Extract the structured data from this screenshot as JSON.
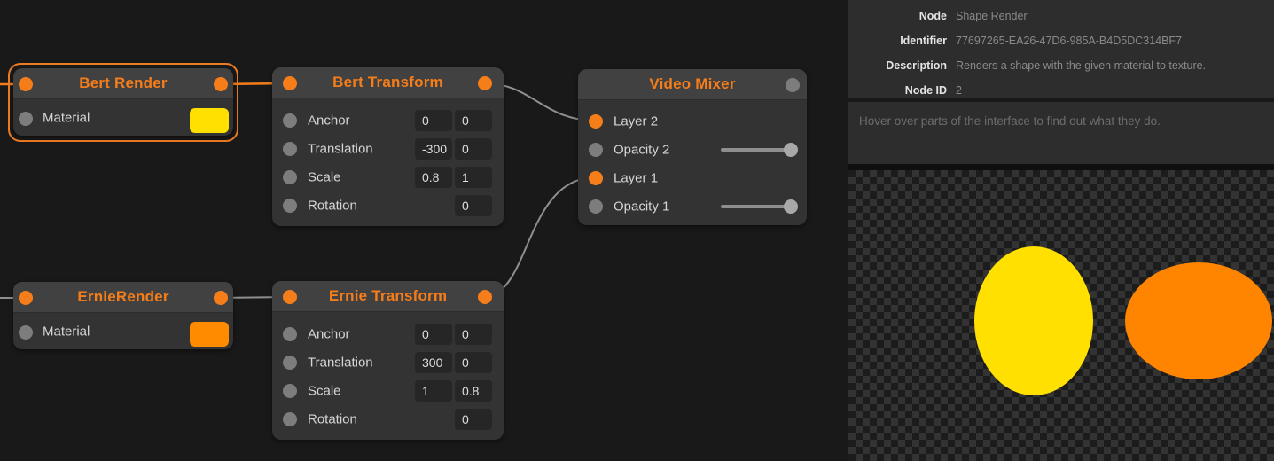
{
  "graph": {
    "accent_color": "#f57d1a",
    "wire_color": "#8f8f8f",
    "nodes": [
      {
        "title": "Bert Render",
        "selected": true,
        "rows": [
          {
            "label": "Material",
            "swatch_color": "#ffe000"
          }
        ]
      },
      {
        "title": "Bert Transform",
        "rows": [
          {
            "label": "Anchor",
            "fields": [
              "0",
              "0"
            ]
          },
          {
            "label": "Translation",
            "fields": [
              "-300",
              "0"
            ]
          },
          {
            "label": "Scale",
            "fields": [
              "0.8",
              "1"
            ]
          },
          {
            "label": "Rotation",
            "fields": [
              "",
              "0"
            ]
          }
        ]
      },
      {
        "title": "Video Mixer",
        "rows": [
          {
            "label": "Layer 2",
            "port": "connected"
          },
          {
            "label": "Opacity 2",
            "slider_value": 1
          },
          {
            "label": "Layer 1",
            "port": "connected"
          },
          {
            "label": "Opacity 1",
            "slider_value": 1
          }
        ]
      },
      {
        "title": "ErnieRender",
        "selected": false,
        "rows": [
          {
            "label": "Material",
            "swatch_color": "#ff8c00"
          }
        ]
      },
      {
        "title": "Ernie Transform",
        "rows": [
          {
            "label": "Anchor",
            "fields": [
              "0",
              "0"
            ]
          },
          {
            "label": "Translation",
            "fields": [
              "300",
              "0"
            ]
          },
          {
            "label": "Scale",
            "fields": [
              "1",
              "0.8"
            ]
          },
          {
            "label": "Rotation",
            "fields": [
              "",
              "0"
            ]
          }
        ]
      }
    ]
  },
  "inspector": {
    "rows": [
      {
        "label": "Node",
        "value": "Shape Render"
      },
      {
        "label": "Identifier",
        "value": "77697265-EA26-47D6-985A-B4D5DC314BF7"
      },
      {
        "label": "Description",
        "value": "Renders a shape with the given material to texture."
      },
      {
        "label": "Node ID",
        "value": "2"
      }
    ]
  },
  "hint": {
    "text": "Hover over parts of the interface to find out what they do."
  },
  "preview": {
    "shapes": [
      {
        "name": "yellow-ellipse",
        "color": "#ffe000"
      },
      {
        "name": "orange-ellipse",
        "color": "#ff8400"
      }
    ]
  }
}
